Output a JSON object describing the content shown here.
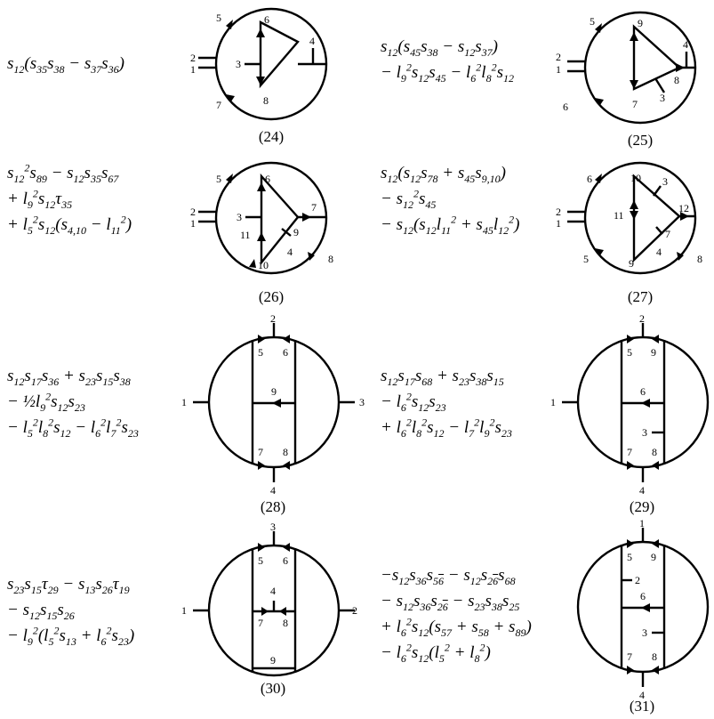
{
  "figures": [
    {
      "id": "f24",
      "caption": "(24)",
      "kind": "tri",
      "formula_lines": [
        "s<sub>12</sub>(s<sub>35</sub>s<sub>38</sub> − s<sub>37</sub>s<sub>36</sub>)"
      ],
      "labels": {
        "ext_top": "5",
        "ext_bottom": "7",
        "ext_left_top": "2",
        "ext_left_bottom": "1",
        "top_edge": "6",
        "bottom_edge": "8",
        "left_leg": "3",
        "right_top_leg": "4"
      }
    },
    {
      "id": "f25",
      "caption": "(25)",
      "kind": "tri",
      "formula_lines": [
        "s<sub>12</sub>(s<sub>45</sub>s<sub>38</sub> − s<sub>12</sub>s<sub>37</sub>)",
        "− l<sub>9</sub><sup>2</sup>s<sub>12</sub>s<sub>45</sub> − l<sub>6</sub><sup>2</sup>l<sub>8</sub><sup>2</sup>s<sub>12</sub>"
      ],
      "labels": {
        "ext_top": "5",
        "ext_bottom": "6",
        "ext_left_top": "2",
        "ext_left_bottom": "1",
        "top_edge": "9",
        "bottom_edge": "7",
        "right_edge": "8",
        "inner_leg": "3",
        "right_top_leg": "4"
      }
    },
    {
      "id": "f26",
      "caption": "(26)",
      "kind": "tri",
      "formula_lines": [
        "s<sub>12</sub><sup>2</sup>s<sub>89</sub> − s<sub>12</sub>s<sub>35</sub>s<sub>67</sub>",
        "+ l<sub>9</sub><sup>2</sup>s<sub>12</sub>τ<sub>35</sub>",
        "+ l<sub>5</sub><sup>2</sup>s<sub>12</sub>(s<sub>4,10</sub> − l<sub>11</sub><sup>2</sup>)"
      ],
      "labels": {
        "ext_top": "5",
        "ext_left_top": "2",
        "ext_left_bottom": "1",
        "top_edge": "6",
        "bottom_edge": "10",
        "right_edge": "7",
        "left_leg": "3",
        "inner_a": "11",
        "inner_b": "9",
        "inner_c": "4",
        "ext_right_bottom": "8"
      }
    },
    {
      "id": "f27",
      "caption": "(27)",
      "kind": "tri",
      "formula_lines": [
        "s<sub>12</sub>(s<sub>12</sub>s<sub>78</sub> + s<sub>45</sub>s<sub>9,10</sub>)",
        "− s<sub>12</sub><sup>2</sup>s<sub>45</sub>",
        "− s<sub>12</sub>(s<sub>12</sub>l<sub>11</sub><sup>2</sup> + s<sub>45</sub>l<sub>12</sub><sup>2</sup>)"
      ],
      "labels": {
        "ext_top": "6",
        "ext_bottom": "5",
        "ext_left_top": "2",
        "ext_left_bottom": "1",
        "top_edge": "10",
        "bottom_edge": "9",
        "right_edge": "12",
        "inner_a": "11",
        "inner_b": "7",
        "inner_c": "4",
        "inner_d": "3",
        "ext_right_bottom": "8"
      }
    },
    {
      "id": "f28",
      "caption": "(28)",
      "kind": "ladder",
      "formula_lines": [
        "s<sub>12</sub>s<sub>17</sub>s<sub>36</sub> + s<sub>23</sub>s<sub>15</sub>s<sub>38</sub>",
        "− ½l<sub>9</sub><sup>2</sup>s<sub>12</sub>s<sub>23</sub>",
        "− l<sub>5</sub><sup>2</sup>l<sub>8</sub><sup>2</sup>s<sub>12</sub> − l<sub>6</sub><sup>2</sup>l<sub>7</sub><sup>2</sup>s<sub>23</sub>"
      ],
      "labels": {
        "top": "2",
        "bottom": "4",
        "left": "1",
        "right": "3",
        "tl": "5",
        "tr": "6",
        "bl": "7",
        "br": "8",
        "mid": "9"
      }
    },
    {
      "id": "f29",
      "caption": "(29)",
      "kind": "ladder",
      "formula_lines": [
        "s<sub>12</sub>s<sub>17</sub>s<sub>68</sub> + s<sub>23</sub>s<sub>38</sub>s<sub>15</sub>",
        "− l<sub>6</sub><sup>2</sup>s<sub>12</sub>s<sub>23</sub>",
        "+ l<sub>6</sub><sup>2</sup>l<sub>8</sub><sup>2</sup>s<sub>12</sub> − l<sub>7</sub><sup>2</sup>l<sub>9</sub><sup>2</sup>s<sub>23</sub>"
      ],
      "labels": {
        "top": "2",
        "bottom": "4",
        "left": "1",
        "tl": "5",
        "tr": "9",
        "bl": "7",
        "br": "8",
        "mid": "6",
        "leg": "3"
      }
    },
    {
      "id": "f30",
      "caption": "(30)",
      "kind": "ladder",
      "formula_lines": [
        "s<sub>23</sub>s<sub>15</sub>τ<sub>29</sub> − s<sub>13</sub>s<sub>26</sub>τ<sub>19</sub>",
        "− s<sub>12</sub>s<sub>15</sub>s<sub>26</sub>",
        "− l<sub>9</sub><sup>2</sup>(l<sub>5</sub><sup>2</sup>s<sub>13</sub> + l<sub>6</sub><sup>2</sup>s<sub>23</sub>)"
      ],
      "labels": {
        "top": "3",
        "left": "1",
        "right": "2",
        "tl": "5",
        "tr": "6",
        "bl": "7",
        "br": "8",
        "mid": "4",
        "bottom_rung": "9"
      }
    },
    {
      "id": "f31",
      "caption": "(31)",
      "kind": "ladder",
      "formula_lines": [
        "−s<sub>12</sub>s<sub>36</sub>s<sub>5<span style=\"text-decoration:overline\">6</span></sub> − s<sub>12</sub>s<sub>2<span style=\"text-decoration:overline\">6</span></sub>s<sub>68</sub>",
        "− s<sub>12</sub>s<sub>36</sub>s<sub>2<span style=\"text-decoration:overline\">6</span></sub> − s<sub>23</sub>s<sub>38</sub>s<sub>25</sub>",
        "+ l<sub>6</sub><sup>2</sup>s<sub>12</sub>(s<sub>57</sub> + s<sub>58</sub> + s<sub>89</sub>)",
        "− l<sub>6</sub><sup>2</sup>s<sub>12</sub>(l<sub>5</sub><sup>2</sup> + l<sub>8</sub><sup>2</sup>)"
      ],
      "labels": {
        "top": "1",
        "bottom": "4",
        "tl": "5",
        "tr": "9",
        "bl": "7",
        "br": "8",
        "mid": "6",
        "leg_a": "2",
        "leg_b": "3"
      }
    }
  ]
}
